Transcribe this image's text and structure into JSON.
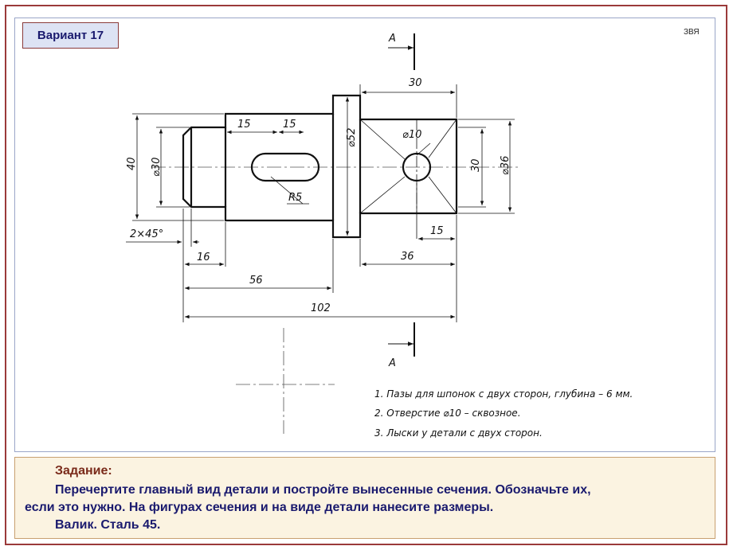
{
  "variant_label": "Вариант 17",
  "corner_mark": "ЗВЯ",
  "section_label": "А",
  "dimensions": {
    "d30_top": "30",
    "d15_a": "15",
    "d15_b": "15",
    "d52": "⌀52",
    "d10": "⌀10",
    "d40": "40",
    "d30_left": "⌀30",
    "r5": "R5",
    "d30_right": "30",
    "d36_right": "⌀36",
    "chamfer": "2×45°",
    "d15_bottom": "15",
    "d16": "16",
    "d36_bottom": "36",
    "d56": "56",
    "d102": "102"
  },
  "notes": [
    "1. Пазы для шпонок с двух сторон, глубина – 6 мм.",
    "2. Отверстие ⌀10 – сквозное.",
    "3. Лыски у детали с двух сторон."
  ],
  "task": {
    "title": "Задание:",
    "line1": "Перечертите главный вид детали и постройте вынесенные сечения. Обозначьте их,",
    "line2": "если это нужно. На фигурах  сечения и на виде детали нанесите размеры.",
    "line3": "Валик. Сталь 45."
  }
}
